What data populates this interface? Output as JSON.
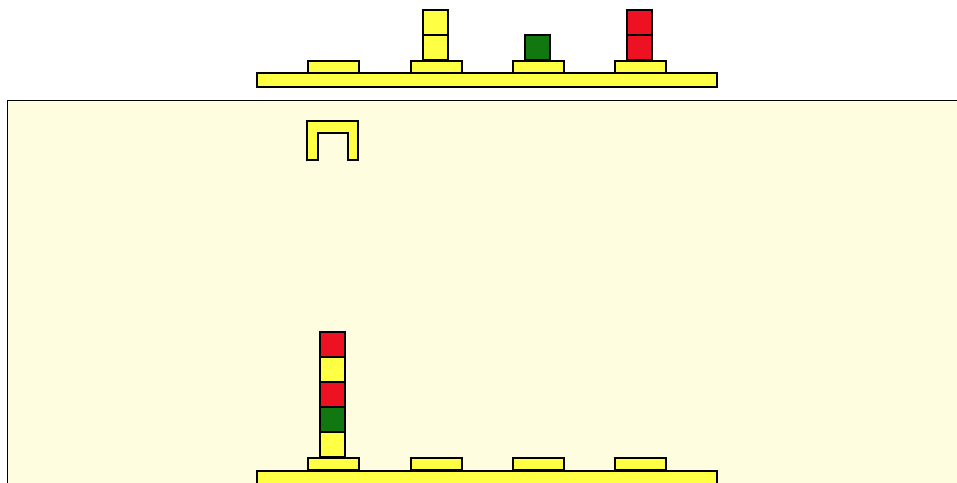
{
  "colors": {
    "yellow": "#ffff44",
    "green": "#117711",
    "red": "#ee1122",
    "play_area": "#fefde0"
  },
  "goal": {
    "pegs": [
      [],
      [
        "yellow",
        "yellow"
      ],
      [
        "green"
      ],
      [
        "red",
        "red"
      ]
    ]
  },
  "current": {
    "pegs": [
      [
        "yellow",
        "green",
        "red",
        "yellow",
        "red"
      ],
      [],
      [],
      []
    ]
  },
  "gripper": {
    "holding": null
  }
}
